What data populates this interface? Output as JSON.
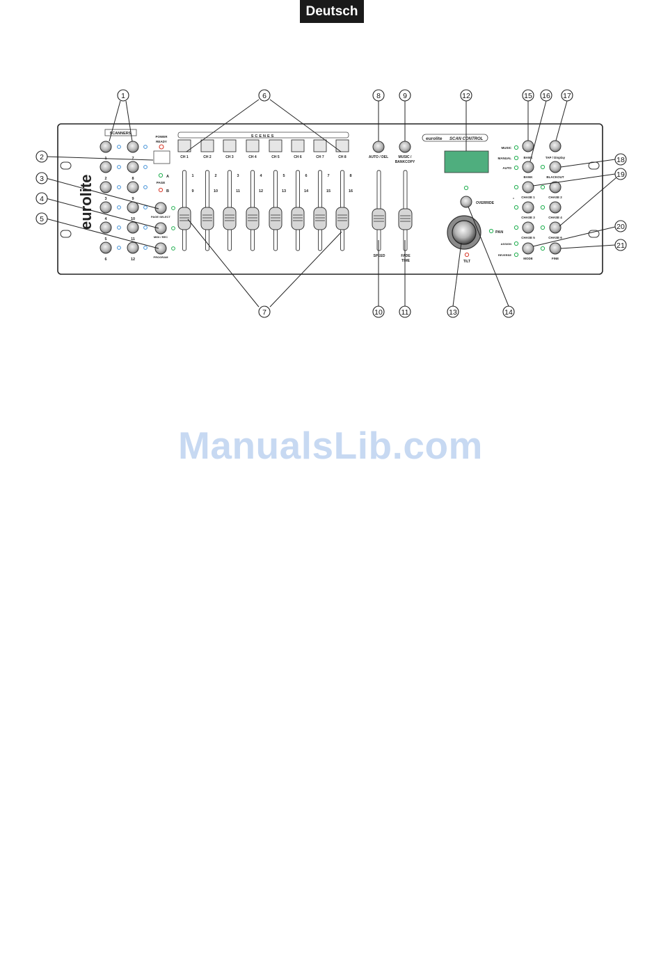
{
  "header": {
    "language_tab": "Deutsch"
  },
  "watermark": "ManualsLib.com",
  "device": {
    "brand": "eurolite",
    "logo": "eurolite",
    "model": "SCAN CONTROL",
    "scanners_title": "SCANNERS",
    "scenes_title": "SCENES",
    "power": "POWER",
    "ready": "READY",
    "page": "PAGE",
    "page_a": "A",
    "page_b": "B",
    "scanner_left": [
      "1",
      "2",
      "3",
      "4",
      "5",
      "6"
    ],
    "scanner_right": [
      "7",
      "8",
      "9",
      "10",
      "11",
      "12"
    ],
    "mode_buttons": [
      "PAGE SELECT",
      "MIDI / REC",
      "PROGRAM"
    ],
    "scene_buttons": [
      "CH 1",
      "CH 2",
      "CH 3",
      "CH 4",
      "CH 5",
      "CH 6",
      "CH 7",
      "CH 8"
    ],
    "fader_top": [
      "1",
      "2",
      "3",
      "4",
      "5",
      "6",
      "7",
      "8"
    ],
    "fader_bottom": [
      "9",
      "10",
      "11",
      "12",
      "13",
      "14",
      "15",
      "16"
    ],
    "auto_del": "AUTO / DEL",
    "music_bankcopy_1": "MUSIC /",
    "music_bankcopy_2": "BANKCOPY",
    "speed": "SPEED",
    "fade_1": "FADE",
    "fade_2": "TIME",
    "override": "OVERRIDE",
    "pan": "PAN",
    "tilt": "TILT",
    "status_music": "MUSIC",
    "status_manual": "MANUAL",
    "status_auto": "AUTO",
    "bank_up": "BANK",
    "bank_down": "BANK",
    "tap_display": "TAP / Display",
    "blackout": "BLACKOUT",
    "chase_labels": [
      "CHASE 1",
      "CHASE 2",
      "CHASE 3",
      "CHASE 4",
      "CHASE 5",
      "CHASE 6"
    ],
    "assign": "ASSIGN",
    "reverse": "REVERSE",
    "mode": "MODE",
    "fine": "FINE"
  },
  "callouts": [
    "1",
    "2",
    "3",
    "4",
    "5",
    "6",
    "7",
    "8",
    "9",
    "10",
    "11",
    "12",
    "13",
    "14",
    "15",
    "16",
    "17",
    "18",
    "19",
    "20",
    "21"
  ],
  "colors": {
    "led_green": "#1fae4e",
    "led_red": "#d93a2b",
    "led_blue": "#3f8fd6",
    "display": "#4fae7e",
    "watermark": "#c7d9f2"
  }
}
